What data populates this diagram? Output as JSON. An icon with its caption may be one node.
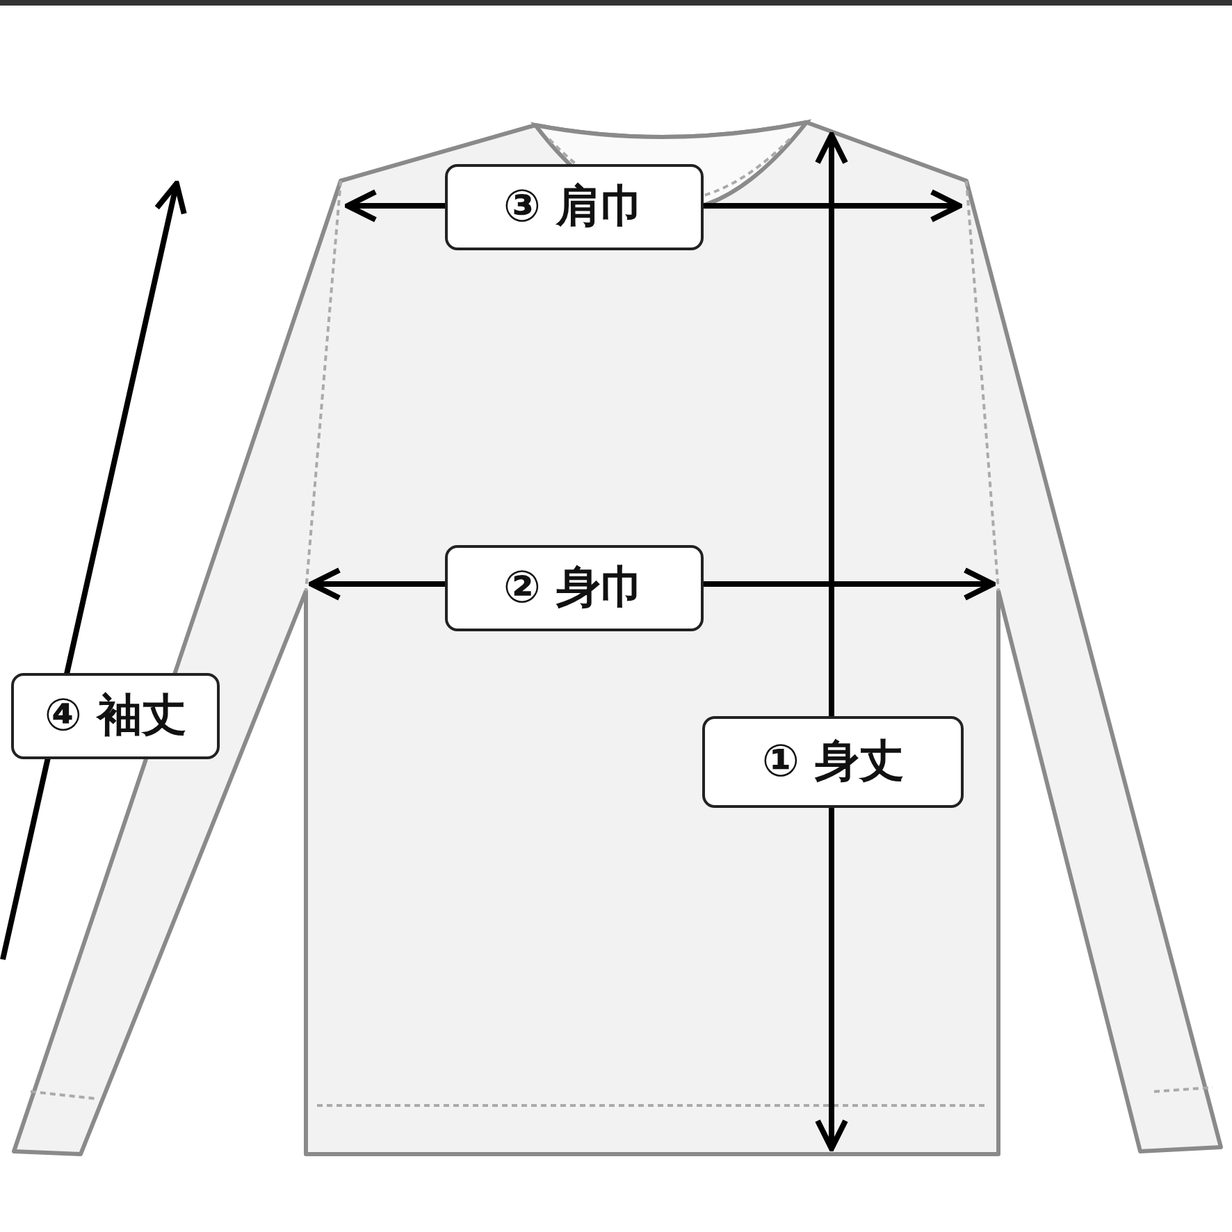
{
  "diagram": {
    "labels": [
      "③ 肩巾",
      "② 身巾",
      "④ 袖丈",
      "① 身丈"
    ]
  }
}
